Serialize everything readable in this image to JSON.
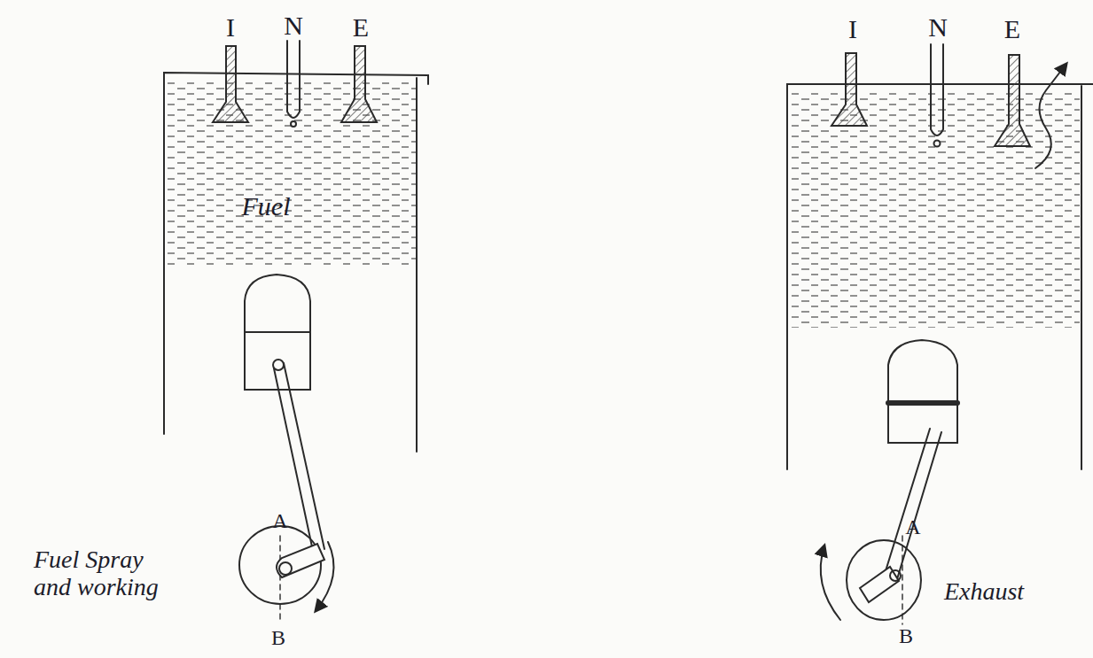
{
  "diagram": {
    "labels": [
      "I",
      "N",
      "E",
      "Fuel",
      "A",
      "B",
      "Fuel Spray and working",
      "I",
      "N",
      "E",
      "A",
      "B",
      "Exhaust"
    ]
  }
}
